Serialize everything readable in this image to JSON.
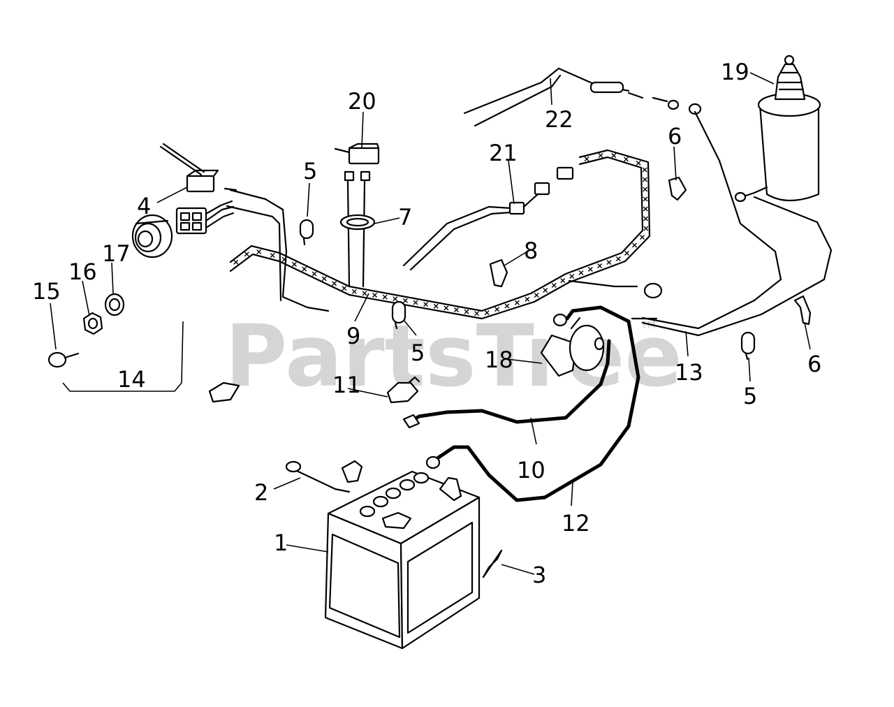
{
  "watermark": {
    "text": "PartsTree",
    "trademark": "TM"
  },
  "callouts": {
    "c1": "1",
    "c2": "2",
    "c3": "3",
    "c4": "4",
    "c5a": "5",
    "c5b": "5",
    "c5c": "5",
    "c6a": "6",
    "c6b": "6",
    "c7": "7",
    "c8": "8",
    "c9": "9",
    "c10": "10",
    "c11": "11",
    "c12": "12",
    "c13": "13",
    "c14": "14",
    "c15": "15",
    "c16": "16",
    "c17": "17",
    "c18": "18",
    "c19": "19",
    "c20": "20",
    "c21": "21",
    "c22": "22"
  }
}
